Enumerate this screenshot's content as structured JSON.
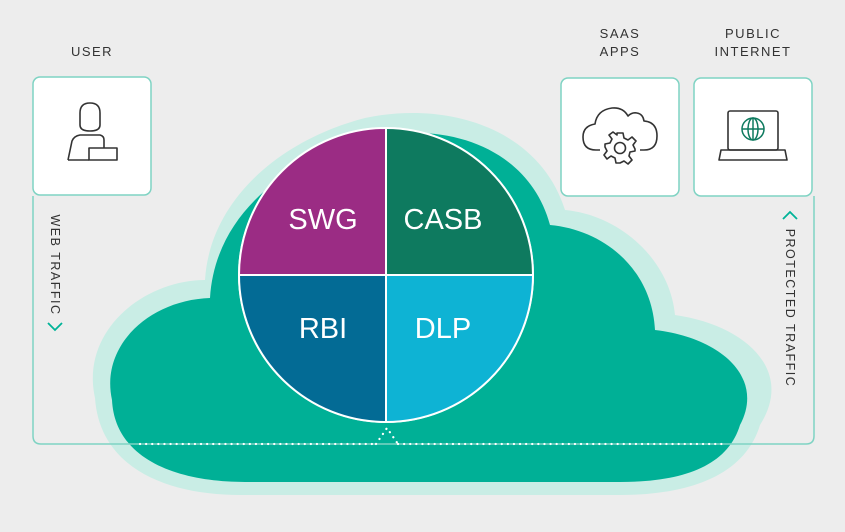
{
  "labels": {
    "user": "USER",
    "saas_line1": "SAAS",
    "saas_line2": "APPS",
    "internet_line1": "PUBLIC",
    "internet_line2": "INTERNET",
    "web_traffic": "WEB TRAFFIC",
    "protected_traffic": "PROTECTED TRAFFIC"
  },
  "quadrants": {
    "swg": "SWG",
    "casb": "CASB",
    "rbi": "RBI",
    "dlp": "DLP"
  },
  "icons": {
    "user": "user-icon",
    "saas": "cloud-gear-icon",
    "internet": "laptop-globe-icon"
  },
  "colors": {
    "background": "#ededed",
    "accent": "#00b398",
    "swg": "#9b2c84",
    "casb": "#0e7a5f",
    "rbi": "#036b95",
    "dlp": "#0eb3d4",
    "cloud": "#00b096",
    "cloud_glow": "#c5ece3"
  }
}
